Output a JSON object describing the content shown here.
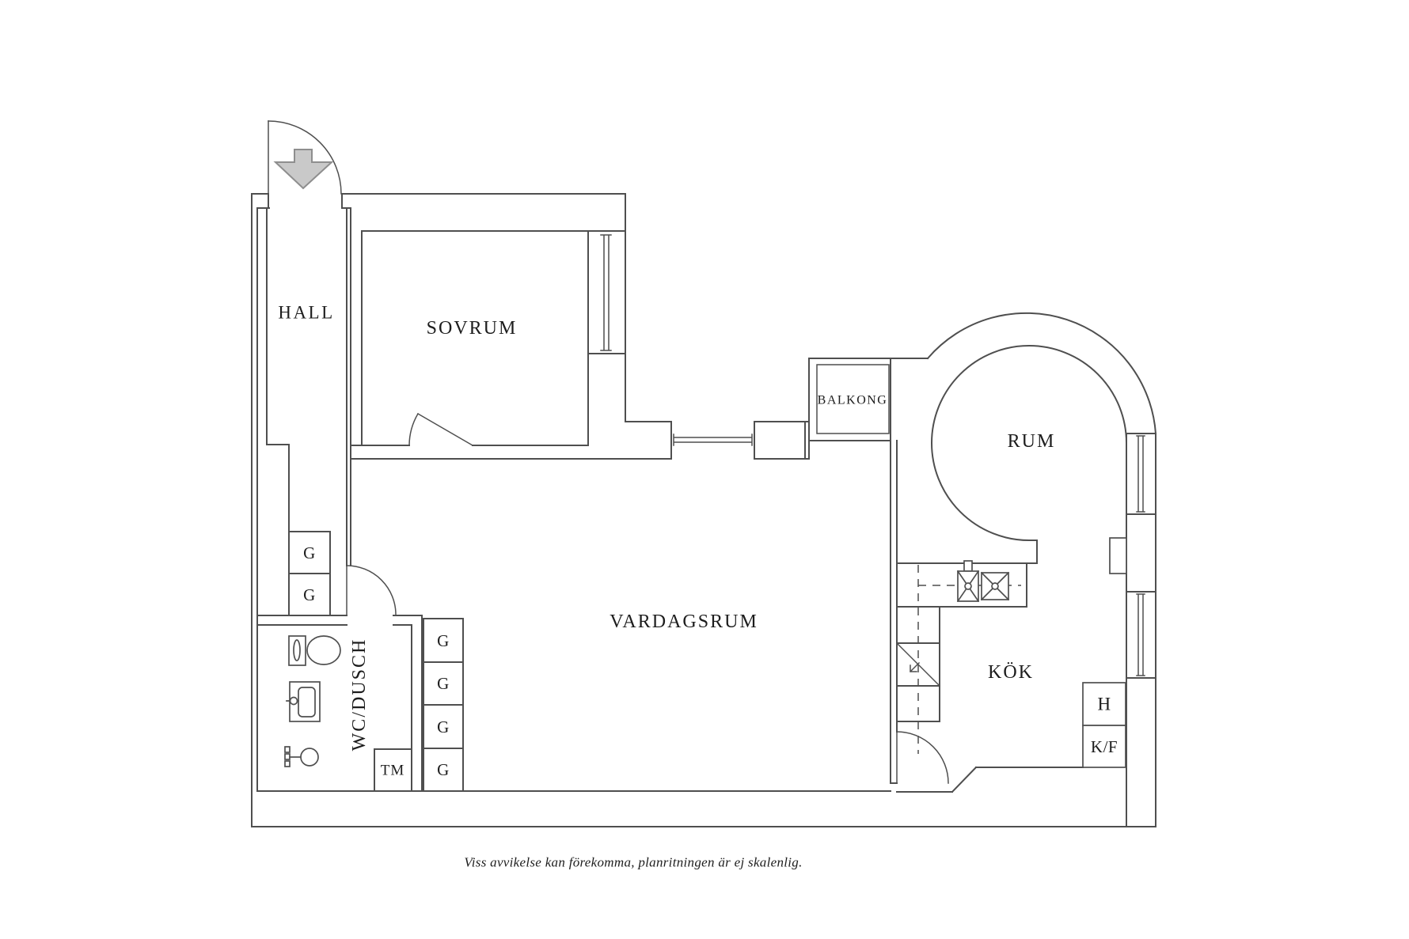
{
  "floorplan": {
    "rooms": {
      "hall": "HALL",
      "sovrum": "SOVRUM",
      "balkong": "BALKONG",
      "rum": "RUM",
      "vardagsrum": "VARDAGSRUM",
      "kok": "KÖK",
      "wc_dusch": "WC/DUSCH"
    },
    "labels": {
      "wardrobe": "G",
      "washing_machine": "TM",
      "cabinet": "H",
      "fridge_freezer": "K/F"
    },
    "caption": "Viss avvikelse kan förekomma, planritningen är ej skalenlig.",
    "colors": {
      "wall_line": "#4f4f4f",
      "text_color": "#1d1d1d",
      "arrow_fill": "#c9c9c9",
      "arrow_stroke": "#8e8e8e",
      "background": "#ffffff"
    }
  }
}
